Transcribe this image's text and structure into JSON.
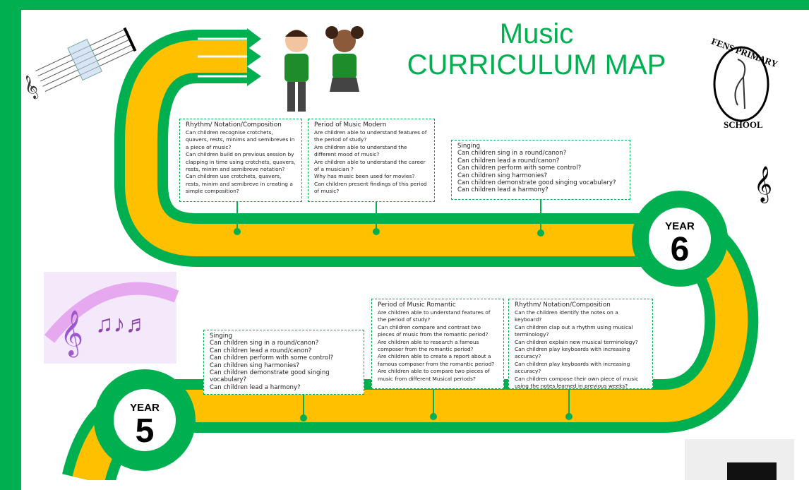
{
  "title": {
    "line1": "Music",
    "line2": "CURRICULUM MAP"
  },
  "logo": {
    "top": "FENS PRIMARY",
    "bottom": "SCHOOL"
  },
  "colors": {
    "green": "#00b050",
    "yellow": "#ffc000"
  },
  "years": [
    {
      "label": "YEAR",
      "number": "6"
    },
    {
      "label": "YEAR",
      "number": "5"
    }
  ],
  "boxes": [
    {
      "heading": "Rhythm/ Notation/Composition",
      "lines": [
        "Can children recognise crotchets, quavers, rests, minims and semibreves in a piece of music?",
        "Can children build on previous session by clapping in time using crotchets, quavers, rests, minim and semibreve notation?",
        "Can children use crotchets, quavers, rests, minim and semibreve in creating a simple composition?"
      ]
    },
    {
      "heading": "Period of Music Modern",
      "lines": [
        "Are children able to understand features of the period of study?",
        "Are children able to understand the different mood of music?",
        "Are children able to understand the career of a musician ?",
        "Why has music been used for movies?",
        "Can children present findings of this period of music?"
      ]
    },
    {
      "heading": "Singing",
      "lines": [
        "Can children sing in a round/canon?",
        "Can children lead a round/canon?",
        "Can children perform with some control?",
        "Can children sing harmonies?",
        "Can children demonstrate good singing vocabulary?",
        "Can children lead a harmony?"
      ]
    },
    {
      "heading": "Singing",
      "lines": [
        "Can children sing in a round/canon?",
        "Can children lead a round/canon?",
        "Can children perform with some control?",
        "Can children sing harmonies?",
        "Can children demonstrate good singing vocabulary?",
        "Can children lead a harmony?"
      ]
    },
    {
      "heading": "Period of Music Romantic",
      "lines": [
        "Are children able to understand features of the period of study?",
        "Can children compare and contrast two pieces of music from the romantic period?",
        "Are children able to research a famous composer from the romantic period?",
        "Are children able to create a report about a famous composer from the romantic period?",
        "Are children able to compare two pieces of music from different Musical periods?"
      ]
    },
    {
      "heading": "Rhythm/ Notation/Composition",
      "lines": [
        "Can the children identify the notes on a keyboard?",
        "Can children clap out a rhythm using musical terminology?",
        "Can children explain new musical terminology?",
        "Can children play keyboards with increasing accuracy?",
        "Can children play keyboards with increasing accuracy?",
        "Can children compose their own piece of music using the notes learned in previous weeks?"
      ]
    }
  ]
}
